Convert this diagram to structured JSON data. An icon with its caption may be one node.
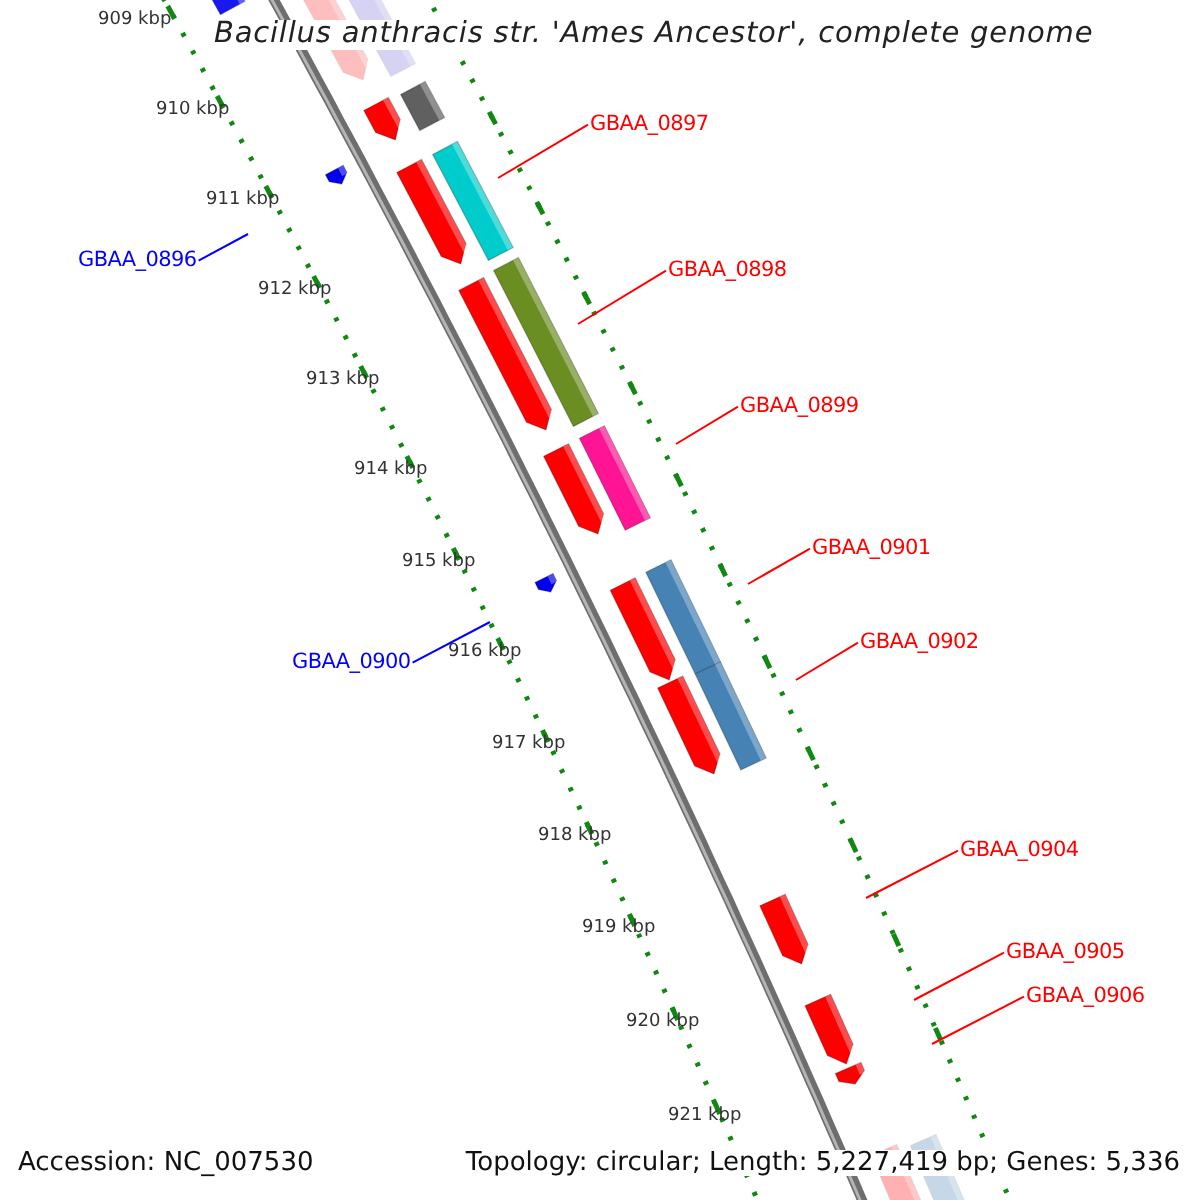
{
  "diagram": {
    "title": "Bacillus anthracis str. 'Ames Ancestor', complete genome",
    "nodes": [
      {
        "text": [
          "GBAA_0897"
        ]
      },
      {
        "text": [
          "GBAA_0896"
        ]
      },
      {
        "text": [
          "GBAA_0898"
        ]
      },
      {
        "text": [
          "GBAA_0899"
        ]
      },
      {
        "text": [
          "GBAA_0901"
        ]
      },
      {
        "text": [
          "GBAA_0902"
        ]
      },
      {
        "text": [
          "GBAA_0900"
        ]
      },
      {
        "text": [
          "GBAA_0904"
        ]
      },
      {
        "text": [
          "GBAA_0905"
        ]
      },
      {
        "text": [
          "GBAA_0906"
        ]
      }
    ],
    "edges": [
      {
        "from": 0,
        "to": null,
        "arrow": "none"
      },
      {
        "from": 1,
        "to": null,
        "arrow": "none",
        "color": "#0000ff"
      },
      {
        "from": 2,
        "to": null,
        "arrow": "none"
      },
      {
        "from": 3,
        "to": null,
        "arrow": "none"
      },
      {
        "from": 4,
        "to": null,
        "arrow": "none"
      },
      {
        "from": 5,
        "to": null,
        "arrow": "none"
      },
      {
        "from": 6,
        "to": null,
        "arrow": "none",
        "color": "#0000ff"
      },
      {
        "from": 7,
        "to": null,
        "arrow": "none"
      },
      {
        "from": 8,
        "to": null,
        "arrow": "none"
      },
      {
        "from": 9,
        "to": null,
        "arrow": "none"
      }
    ],
    "labels": [
      "909 kbp",
      "910 kbp",
      "911 kbp",
      "912 kbp",
      "913 kbp",
      "914 kbp",
      "915 kbp",
      "916 kbp",
      "917 kbp",
      "918 kbp",
      "919 kbp",
      "920 kbp",
      "921 kbp",
      "Accession: NC_007530",
      "Topology: circular; Length: 5,227,419 bp; Genes: 5,336"
    ]
  }
}
